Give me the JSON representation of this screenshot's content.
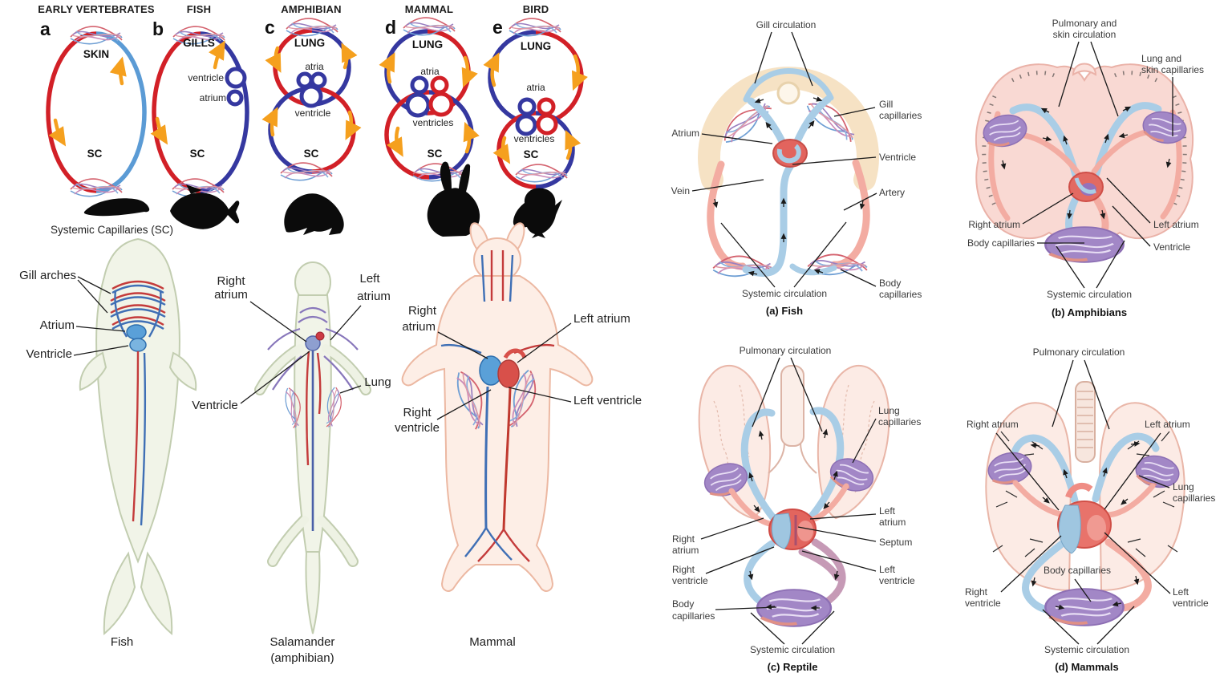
{
  "colors": {
    "red": "#d22027",
    "dark_blue": "#3538a0",
    "light_blue": "#5b9bd5",
    "orange_arrow": "#f5a01e",
    "tube_blue": "#a9cde6",
    "tube_red": "#f3aca2",
    "capillary_purple": "#a287c6"
  },
  "loops": {
    "sc_note": "Systemic Capillaries (SC)",
    "a": {
      "letter": "a",
      "title": "EARLY VERTEBRATES",
      "organ": "SKIN",
      "sc": "SC"
    },
    "b": {
      "letter": "b",
      "title": "FISH",
      "organ": "GILLS",
      "sc": "SC",
      "ventricle": "ventricle",
      "atrium": "atrium"
    },
    "c": {
      "letter": "c",
      "title": "AMPHIBIAN",
      "organ": "LUNG",
      "sc": "SC",
      "atria": "atria",
      "ventricle": "ventricle"
    },
    "d": {
      "letter": "d",
      "title": "MAMMAL",
      "organ": "LUNG",
      "sc": "SC",
      "atria": "atria",
      "ventricles": "ventricles"
    },
    "e": {
      "letter": "e",
      "title": "BIRD",
      "organ": "LUNG",
      "sc": "SC",
      "atria": "atria",
      "ventricles": "ventricles"
    }
  },
  "anatomy": {
    "fish": {
      "gill_arches": "Gill arches",
      "atrium": "Atrium",
      "ventricle": "Ventricle",
      "caption": "Fish"
    },
    "salamander": {
      "ra1": "Right",
      "ra2": "atrium",
      "la1": "Left",
      "la2": "atrium",
      "ventricle": "Ventricle",
      "lung": "Lung",
      "cap1": "Salamander",
      "cap2": "(amphibian)"
    },
    "mammal": {
      "ra1": "Right",
      "ra2": "atrium",
      "left_atrium": "Left atrium",
      "rv1": "Right",
      "rv2": "ventricle",
      "left_ventricle": "Left ventricle",
      "caption": "Mammal"
    }
  },
  "circuit_fish": {
    "gill_circulation": "Gill circulation",
    "gc1": "Gill",
    "gc2": "capillaries",
    "atrium": "Atrium",
    "ventricle": "Ventricle",
    "vein": "Vein",
    "artery": "Artery",
    "bc1": "Body",
    "bc2": "capillaries",
    "systemic": "Systemic circulation",
    "caption": "(a) Fish"
  },
  "circuit_amphibian": {
    "top1": "Pulmonary and",
    "top2": "skin circulation",
    "lc1": "Lung and",
    "lc2": "skin capillaries",
    "right_atrium": "Right atrium",
    "body_capillaries": "Body capillaries",
    "left_atrium": "Left atrium",
    "ventricle": "Ventricle",
    "systemic": "Systemic circulation",
    "caption": "(b) Amphibians"
  },
  "circuit_reptile": {
    "top": "Pulmonary circulation",
    "lc1": "Lung",
    "lc2": "capillaries",
    "la1": "Left",
    "la2": "atrium",
    "septum": "Septum",
    "lv1": "Left",
    "lv2": "ventricle",
    "ra1": "Right",
    "ra2": "atrium",
    "rv1": "Right",
    "rv2": "ventricle",
    "bc1": "Body",
    "bc2": "capillaries",
    "systemic": "Systemic circulation",
    "caption": "(c) Reptile"
  },
  "circuit_mammal": {
    "top": "Pulmonary circulation",
    "right_atrium": "Right atrium",
    "left_atrium": "Left atrium",
    "lc1": "Lung",
    "lc2": "capillaries",
    "body_capillaries": "Body capillaries",
    "rv1": "Right",
    "rv2": "ventricle",
    "lv1": "Left",
    "lv2": "ventricle",
    "systemic": "Systemic circulation",
    "caption": "(d) Mammals"
  }
}
